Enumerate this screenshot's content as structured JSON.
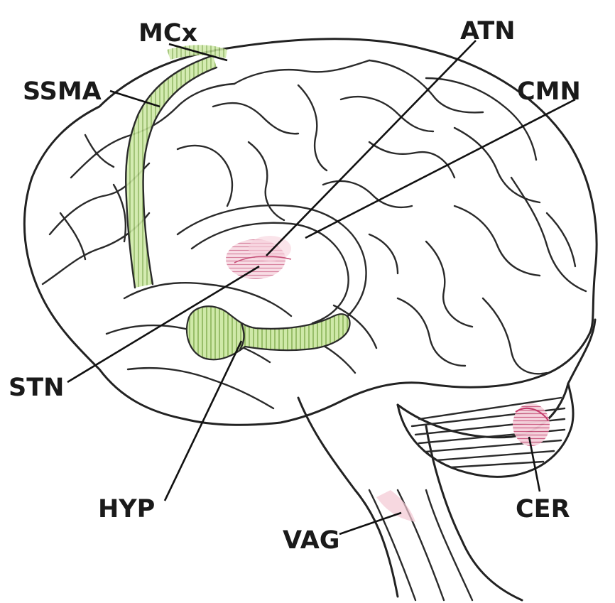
{
  "labels": {
    "mcx": "MCx",
    "ssma": "SSMA",
    "atn": "ATN",
    "cmn": "CMN",
    "stn": "STN",
    "hyp": "HYP",
    "vag": "VAG",
    "cer": "CER"
  },
  "colors": {
    "green_region": "#b9df8e",
    "green_hatch": "#6f9c3c",
    "pink_region": "#f3c7d3",
    "pink_dark": "#c43b6b",
    "outline": "#222222"
  }
}
